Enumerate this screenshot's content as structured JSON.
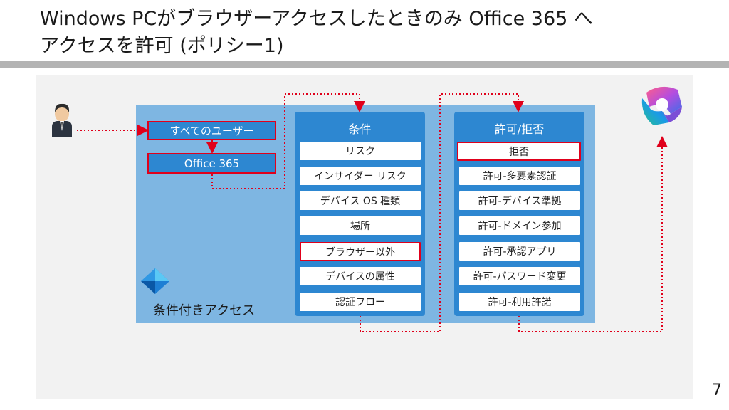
{
  "slide": {
    "title_line1": "Windows PCがブラウザーアクセスしたときのみ Office 365 へ",
    "title_line2": "アクセスを許可 (ポリシー1)",
    "page_number": "7"
  },
  "left": {
    "users_label": "すべてのユーザー",
    "app_label": "Office 365",
    "ca_label": "条件付きアクセス"
  },
  "conditions": {
    "title": "条件",
    "items": [
      "リスク",
      "インサイダー リスク",
      "デバイス OS 種類",
      "場所",
      "ブラウザー以外",
      "デバイスの属性",
      "認証フロー"
    ]
  },
  "grant": {
    "title": "許可/拒否",
    "items": [
      "拒否",
      "許可-多要素認証",
      "許可-デバイス準拠",
      "許可-ドメイン参加",
      "許可-承認アプリ",
      "許可-パスワード変更",
      "許可-利用許諾"
    ]
  },
  "icons": {
    "user": "user-person-icon",
    "ca": "conditional-access-icon",
    "office": "microsoft-365-logo-icon"
  },
  "colors": {
    "highlight": "#e0001b",
    "panel_blue": "#2d87d1",
    "light_blue": "#7eb6e2",
    "arrow": "#e0001b"
  }
}
